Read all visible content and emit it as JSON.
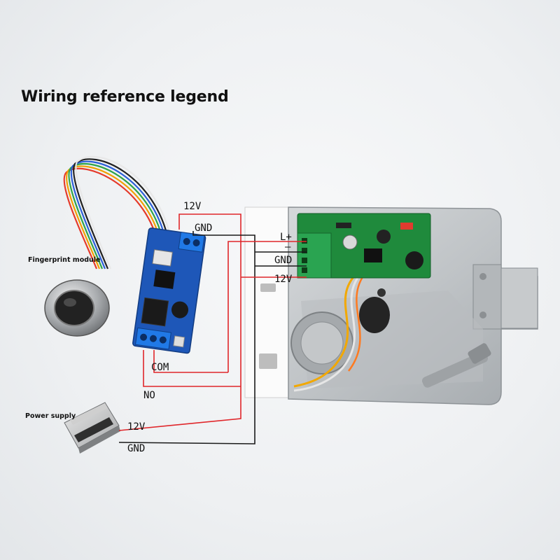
{
  "title": "Wiring reference legend",
  "components": {
    "fingerprint": "Fingerprint module",
    "power": "Power supply"
  },
  "wire_labels": {
    "top_12v": "12V",
    "top_gnd": "GND",
    "lock_l_plus": "L+",
    "lock_minus": "–",
    "lock_gnd": "GND",
    "lock_12v": "12V",
    "com": "COM",
    "no": "NO",
    "psu_12v": "12V",
    "psu_gnd": "GND"
  },
  "colors": {
    "red_wire": "#e0262a",
    "black_wire": "#1a1a1a",
    "pcb_blue": "#1e57b8",
    "pcb_green": "#1f8a3c"
  }
}
